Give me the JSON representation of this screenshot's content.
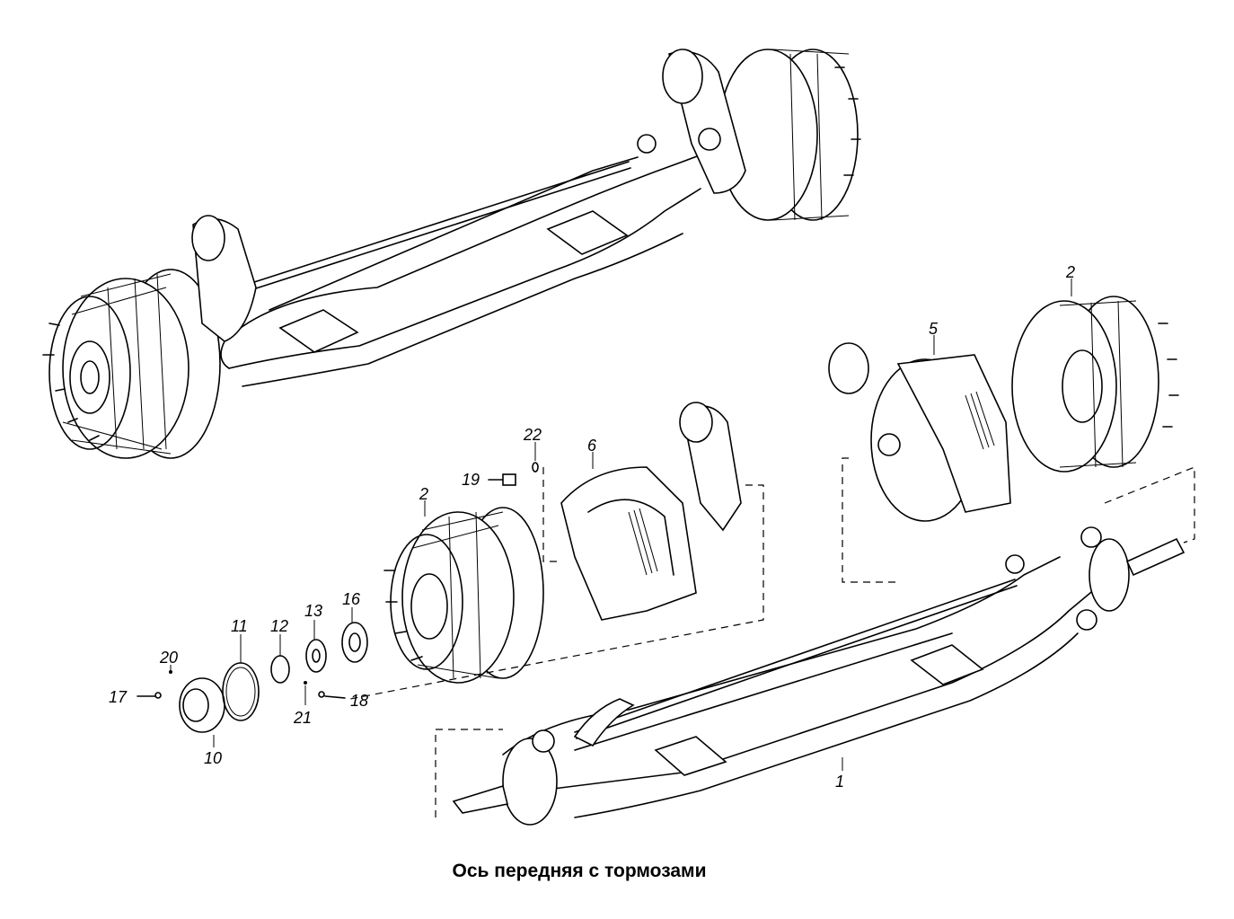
{
  "title": "Ось передняя с тормозами",
  "labels": {
    "l1": "1",
    "l2a": "2",
    "l2b": "2",
    "l5": "5",
    "l6": "6",
    "l10": "10",
    "l11": "11",
    "l12": "12",
    "l13": "13",
    "l16": "16",
    "l17": "17",
    "l18": "18",
    "l19": "19",
    "l20": "20",
    "l21": "21",
    "l22": "22"
  }
}
